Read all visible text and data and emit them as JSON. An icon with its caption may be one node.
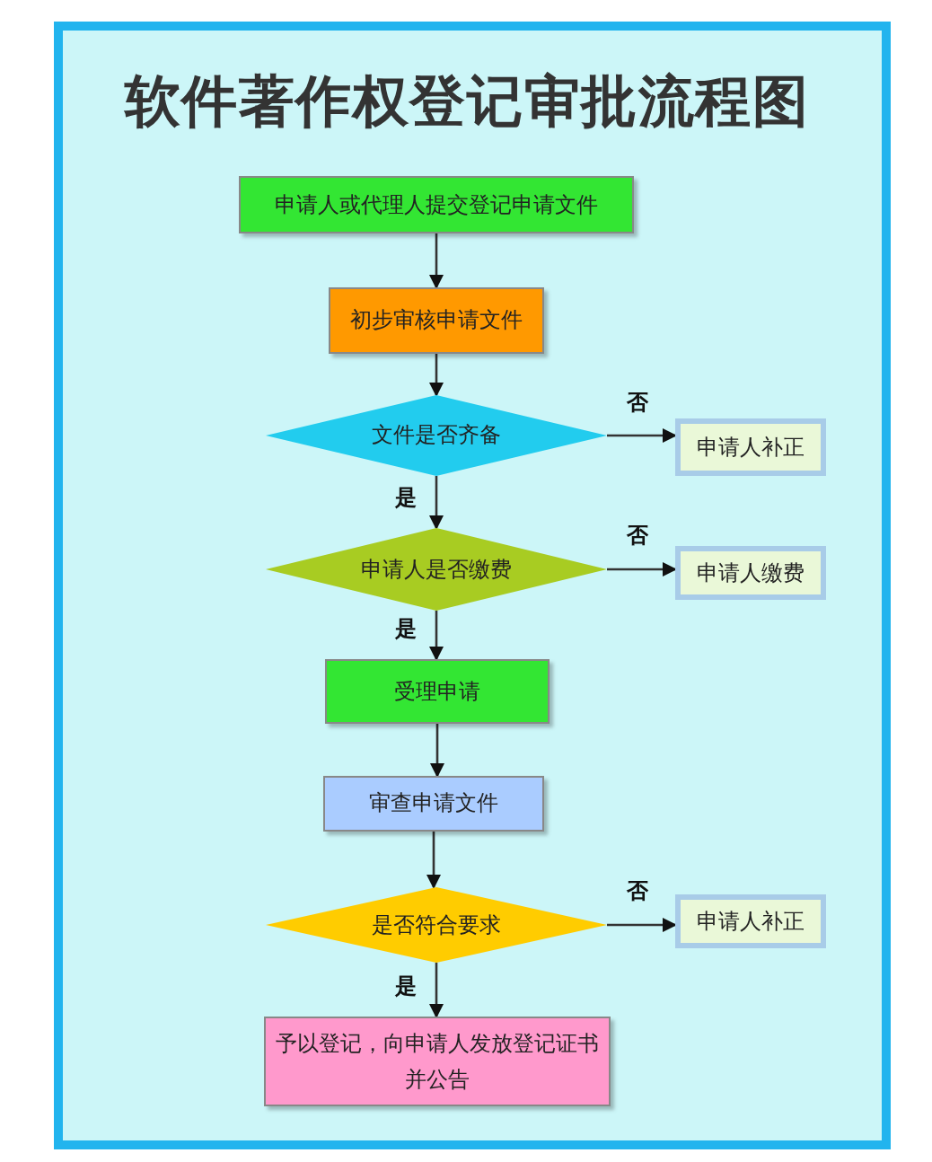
{
  "diagram": {
    "title": "软件著作权登记审批流程图",
    "nodes": [
      {
        "text": [
          "申请人或代理人提交登记申请文件"
        ]
      },
      {
        "text": [
          "初步审核申请文件"
        ]
      },
      {
        "text": [
          "文件是否齐备"
        ]
      },
      {
        "text": [
          "申请人补正"
        ]
      },
      {
        "text": [
          "申请人是否缴费"
        ]
      },
      {
        "text": [
          "申请人缴费"
        ]
      },
      {
        "text": [
          "受理申请"
        ]
      },
      {
        "text": [
          "审查申请文件"
        ]
      },
      {
        "text": [
          "是否符合要求"
        ]
      },
      {
        "text": [
          "申请人补正"
        ]
      },
      {
        "text": [
          "予以登记，向申请人发放登记证书并公告"
        ]
      }
    ],
    "edges": [
      {
        "from": 0,
        "to": 1,
        "arrow": "to"
      },
      {
        "from": 1,
        "to": 2,
        "arrow": "to"
      },
      {
        "from": 2,
        "to": 3,
        "arrow": "to",
        "label": "否"
      },
      {
        "from": 2,
        "to": 4,
        "arrow": "to",
        "label": "是"
      },
      {
        "from": 4,
        "to": 5,
        "arrow": "to",
        "label": "否"
      },
      {
        "from": 4,
        "to": 6,
        "arrow": "to",
        "label": "是"
      },
      {
        "from": 6,
        "to": 7,
        "arrow": "to"
      },
      {
        "from": 7,
        "to": 8,
        "arrow": "to"
      },
      {
        "from": 8,
        "to": 9,
        "arrow": "to",
        "label": "否"
      },
      {
        "from": 8,
        "to": 10,
        "arrow": "to",
        "label": "是"
      }
    ]
  }
}
